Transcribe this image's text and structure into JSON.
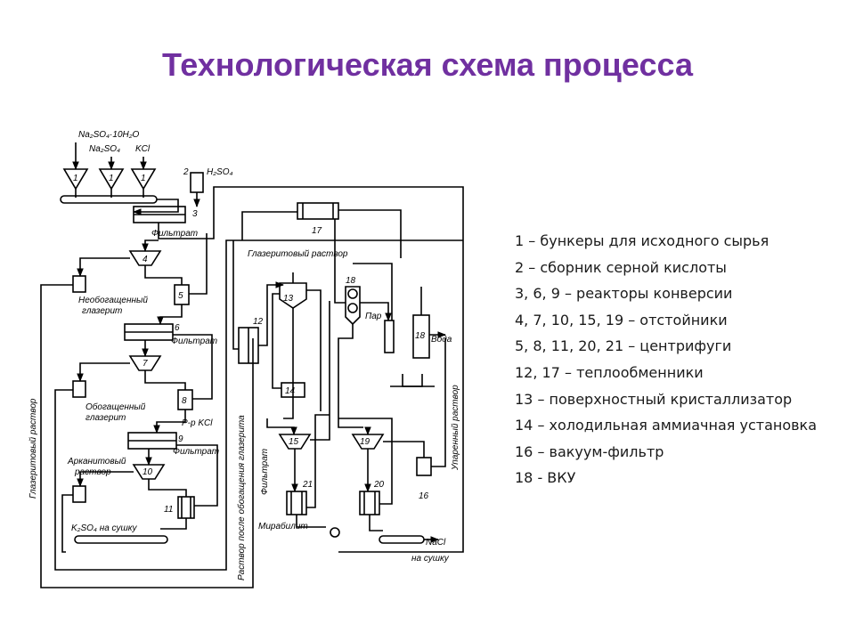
{
  "title": "Технологическая схема процесса",
  "legend": [
    "1 – бункеры для исходного сырья",
    "2 – сборник серной кислоты",
    "3, 6, 9 – реакторы конверсии",
    "4, 7, 10, 15, 19 – отстойники",
    "5, 8, 11, 20, 21 – центрифуги",
    "12, 17 – теплообменники",
    "13 – поверхностный кристаллизатор",
    "14 – холодильная аммиачная установка",
    "16 – вакуум-фильтр",
    "18 - ВКУ"
  ],
  "diagram": {
    "feed_top": "Na₂SO₄·10H₂O",
    "feed_na2so4": "Na₂SO₄",
    "feed_kcl": "KCl",
    "acid": "H₂SO₄",
    "filtrate": "Фильтрат",
    "glaserite_solution": "Глазеритовый раствор",
    "unenriched_glaserite_1": "Необогащенный",
    "unenriched_glaserite_2": "глазерит",
    "enriched_glaserite_1": "Обогащенный",
    "enriched_glaserite_2": "глазерит",
    "kcl_solution": "Р-р KCl",
    "arcanite_1": "Арканитовый",
    "arcanite_2": "раствор",
    "k2so4": "K₂SO₄ на сушку",
    "solution_after": "Раствор после обогащения глазерита",
    "steam": "Пар",
    "water": "Вода",
    "evaporated": "Упаренный раствор",
    "mirabilite": "Мирабилит",
    "nacl": "NaCl",
    "to_drying": "на сушку",
    "n1": "1",
    "n2": "2",
    "n3": "3",
    "n4": "4",
    "n5": "5",
    "n6": "6",
    "n7": "7",
    "n8": "8",
    "n9": "9",
    "n10": "10",
    "n11": "11",
    "n12": "12",
    "n13": "13",
    "n14": "14",
    "n15": "15",
    "n16": "16",
    "n17": "17",
    "n18": "18",
    "n19": "19",
    "n20": "20",
    "n21": "21"
  }
}
